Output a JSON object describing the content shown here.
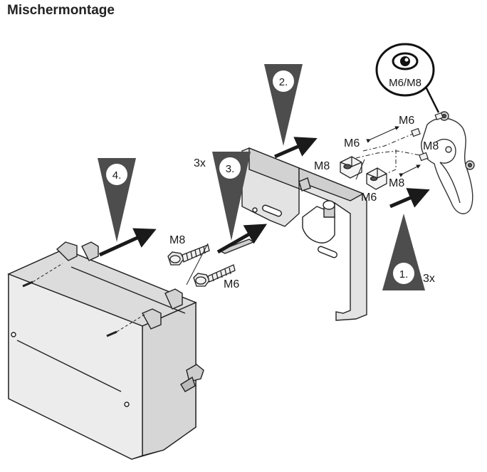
{
  "title": "Mischermontage",
  "steps": [
    {
      "number": "1.",
      "count": "3x"
    },
    {
      "number": "2."
    },
    {
      "number": "3.",
      "count": "3x"
    },
    {
      "number": "4."
    }
  ],
  "labels": {
    "m6": "M6",
    "m8": "M8",
    "detail": "M6/M8"
  },
  "icons": {
    "detail": "eye-icon"
  },
  "colors": {
    "triangle": "#4d4d4d",
    "arrow": "#1a1a1a",
    "housing_fill": "#e5e5e5",
    "stroke": "#222222"
  }
}
